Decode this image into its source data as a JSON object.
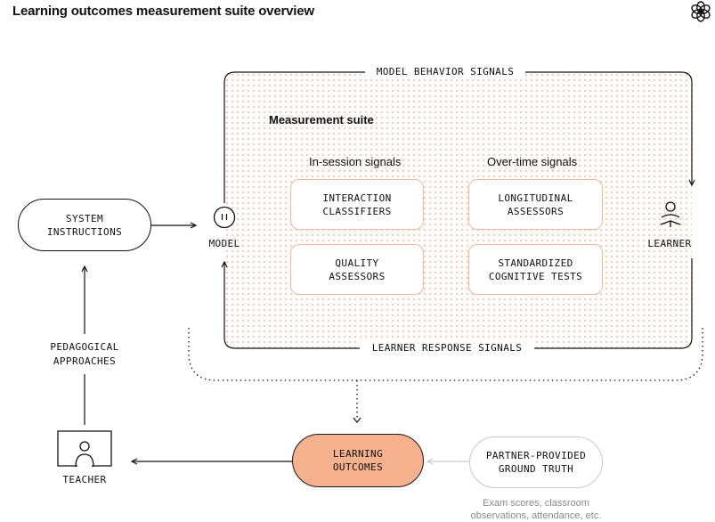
{
  "title": "Learning outcomes measurement suite overview",
  "logo_icon": "openai-logo",
  "suite": {
    "title": "Measurement suite",
    "top_label": "MODEL BEHAVIOR SIGNALS",
    "bottom_label": "LEARNER RESPONSE SIGNALS",
    "in_session_heading": "In-session signals",
    "over_time_heading": "Over-time signals",
    "cards": {
      "interaction_classifiers": "INTERACTION\nCLASSIFIERS",
      "quality_assessors": "QUALITY\nASSESSORS",
      "longitudinal_assessors": "LONGITUDINAL\nASSESSORS",
      "standardized_tests": "STANDARDIZED\nCOGNITIVE TESTS"
    }
  },
  "nodes": {
    "system_instructions": "SYSTEM\nINSTRUCTIONS",
    "model": "MODEL",
    "learner": "LEARNER",
    "pedagogical_approaches": "PEDAGOGICAL\nAPPROACHES",
    "teacher": "TEACHER",
    "learning_outcomes": "LEARNING\nOUTCOMES",
    "partner_ground_truth": "PARTNER-PROVIDED\nGROUND TRUTH",
    "partner_note": "Exam scores, classroom\nobservations, attendance, etc."
  },
  "colors": {
    "accent_fill": "#f5b08e",
    "card_border": "#f0b89b",
    "dot_pattern": "#e29670"
  },
  "icons": [
    "model-icon",
    "learner-icon",
    "teacher-icon"
  ]
}
